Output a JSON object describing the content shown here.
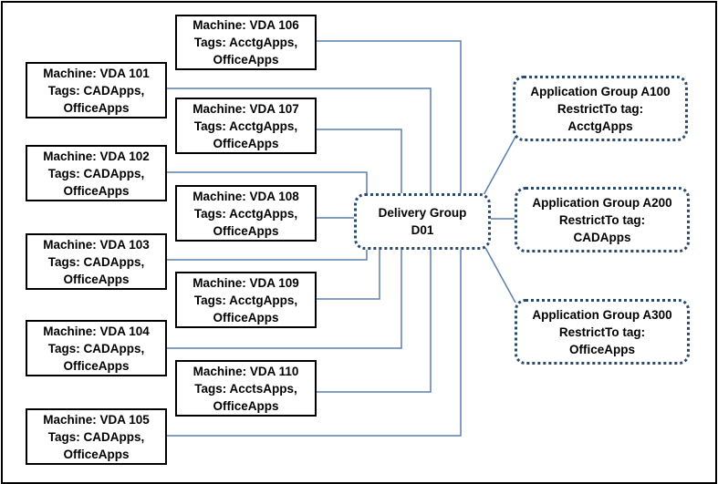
{
  "machines": [
    {
      "id": "vda106",
      "name": "Machine: VDA 106",
      "tags": "Tags: AcctgApps,",
      "tags2": "OfficeApps"
    },
    {
      "id": "vda101",
      "name": "Machine: VDA 101",
      "tags": "Tags: CADApps,",
      "tags2": "OfficeApps"
    },
    {
      "id": "vda107",
      "name": "Machine: VDA 107",
      "tags": "Tags: AcctgApps,",
      "tags2": "OfficeApps"
    },
    {
      "id": "vda102",
      "name": "Machine: VDA 102",
      "tags": "Tags: CADApps,",
      "tags2": "OfficeApps"
    },
    {
      "id": "vda108",
      "name": "Machine: VDA 108",
      "tags": "Tags: AcctgApps,",
      "tags2": "OfficeApps"
    },
    {
      "id": "vda103",
      "name": "Machine: VDA 103",
      "tags": "Tags: CADApps,",
      "tags2": "OfficeApps"
    },
    {
      "id": "vda109",
      "name": "Machine: VDA 109",
      "tags": "Tags: AcctgApps,",
      "tags2": "OfficeApps"
    },
    {
      "id": "vda104",
      "name": "Machine: VDA 104",
      "tags": "Tags: CADApps,",
      "tags2": "OfficeApps"
    },
    {
      "id": "vda110",
      "name": "Machine: VDA 110",
      "tags": "Tags: AcctsApps,",
      "tags2": "OfficeApps"
    },
    {
      "id": "vda105",
      "name": "Machine: VDA 105",
      "tags": "Tags: CADApps,",
      "tags2": "OfficeApps"
    }
  ],
  "delivery_group": {
    "line1": "Delivery Group",
    "line2": "D01"
  },
  "app_groups": [
    {
      "id": "a100",
      "name": "Application Group A100",
      "restrict": "RestrictTo tag:",
      "tag": "AcctgApps"
    },
    {
      "id": "a200",
      "name": "Application Group A200",
      "restrict": "RestrictTo tag:",
      "tag": "CADApps"
    },
    {
      "id": "a300",
      "name": "Application Group A300",
      "restrict": "RestrictTo tag:",
      "tag": "OfficeApps"
    }
  ],
  "colors": {
    "connector": "#5b7fae",
    "group_border": "#2c4a6b",
    "box_border": "#000000"
  }
}
